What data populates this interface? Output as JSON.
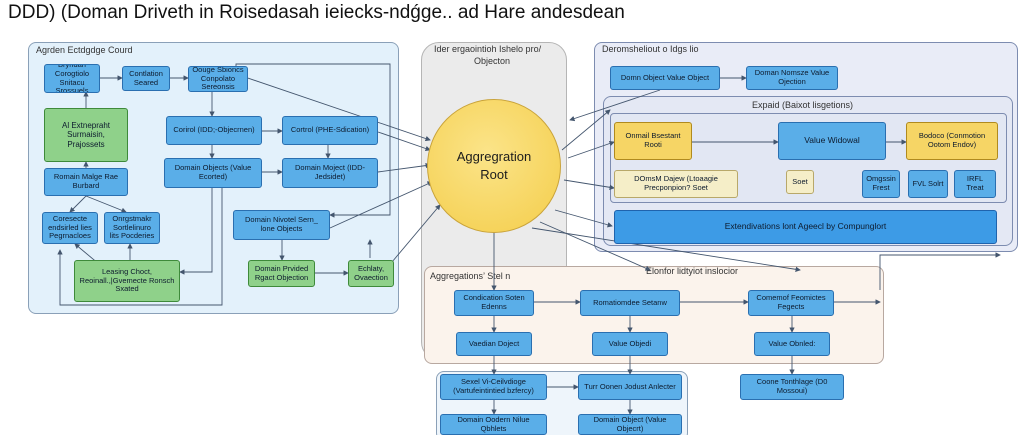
{
  "title": "DDD) (Doman Driveth in Roisedasah ieiecks-ndǵge.. ad Hare andesdean",
  "panels": {
    "left": "Agrden Ectdgdge Courd",
    "center_line1": "Ider ergaointioh Ishelo pro/",
    "center_line2": "Objecton",
    "right_outer": "Deromsheliout o Idgs lio",
    "right_inner": "Expaid (Baixot lisgetions)",
    "bottom": "Aggregations’ Stel n",
    "bottom_tab": "Elonfor lidtyiot inslocior"
  },
  "root": {
    "line1": "Aggregration",
    "line2": "Root"
  },
  "nodes": {
    "l_bryndan": "Bryndan Corogtiolo Snitacu Srossuels",
    "l_contlation": "Contlation Seared",
    "l_oouge": "Oouge Sbioncs Conpolato Sereonsis",
    "l_al": "Al Extnepraht Surmaisin, Prajossets",
    "l_control": "Corirol (IDD;-Objecrnen)",
    "l_phe": "Cortrol (PHE-Sdication)",
    "l_domain_objects": "Domain Objects (Value Ecorted)",
    "l_domain_moject": "Domain Moject (IDD- Jedsidet)",
    "l_romain": "Romain Malge Rae Burbard",
    "l_connecte": "Coresecte endsirled lies Pegrnacloes",
    "l_onrgstmakr": "Onrgstmakr Sortlelinuro lits Pocderies",
    "l_domain_nivotel": "Domain Nivotel Sern_ lone Objects",
    "l_leasing": "Leasing Choct, Reoinall.,|Gvemecte Ronsch Sxated",
    "l_domain_prvided": "Domain Prvided Rgact Objection",
    "l_echlaty": "Echlaty, Ovaection",
    "r_domain_object": "Domn Object Value Object",
    "r_doman_nomsze": "Doman Nomsze Value Ojection",
    "r_onmail": "Onmail Bsestant Rooti",
    "r_value_widowal": "Value Widowal",
    "r_bodoco": "Bodoco (Conmotion Ootom Endov)",
    "r_domsm": "DOmsM Dajew (Ltoaagie Precponpion? Soet",
    "r_soet": "Soet",
    "r_omgssin": "Omgssin Frest",
    "r_fvl": "FVL Solrt",
    "r_irfl": "IRFL Treat",
    "r_extend": "Extendivations lont Ageecl by Compunglort",
    "b_condication": "Condication Soten Edenns",
    "b_romatiomdee": "Romatiomdee Setanw",
    "b_comemof": "Comemof Feomictes Fegects",
    "b_value_object": "Vaedian Doject",
    "b_value_objedi": "Value Objedi",
    "b_value_obnled": "Value Obnled:",
    "b_sexel": "Sexel Vi-Ceilvdioge (Vartufeintintied bzfercy)",
    "b_turr": "Turr Oonen Jodust Anlecter",
    "b_coone": "Coone Tonthlage (D0 Mossoui)",
    "b_domain_oodern": "Domain Oodern Nilue Qbhlets",
    "b_domain_object": "Domain Object (Value Objecrt)"
  },
  "colors": {
    "blue": "#5aaee8",
    "green": "#8fd18a",
    "yellow": "#f6d565",
    "cream": "#f5eec8",
    "left_panel": "#e3f1fb",
    "right_panel": "#e9ecf7",
    "bottom_panel": "#fbf3ec",
    "center_panel": "#ebebeb"
  }
}
